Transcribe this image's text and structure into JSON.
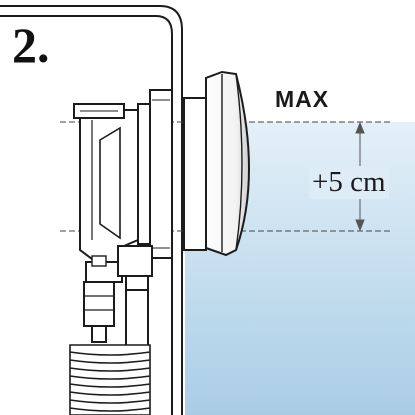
{
  "diagram": {
    "step_number": "2.",
    "max_label": "MAX",
    "water_level_offset": "+5 cm",
    "colors": {
      "water_top": "#ffffff",
      "water_bottom": "#a9cde6",
      "outline": "#1c1c1c",
      "wall_fill": "#ffffff"
    }
  }
}
